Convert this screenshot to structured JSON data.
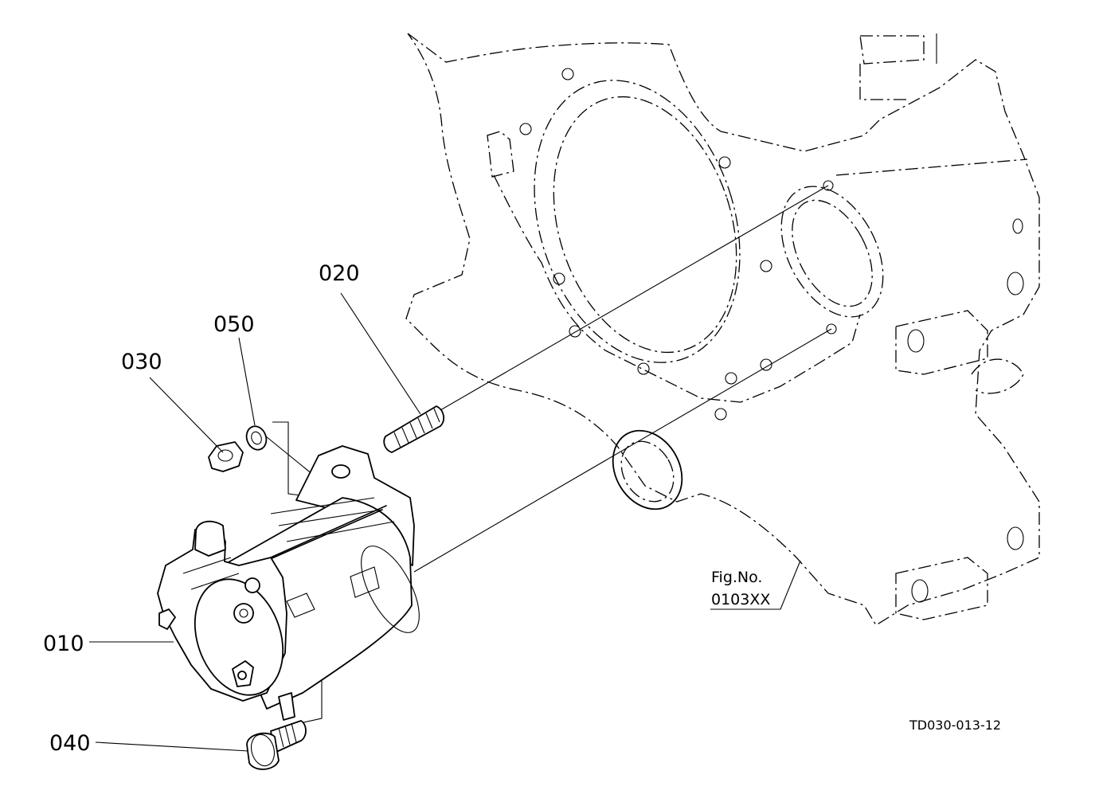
{
  "callouts": {
    "p010": "010",
    "p020": "020",
    "p030": "030",
    "p040": "040",
    "p050": "050"
  },
  "figure": {
    "fig_label": "Fig.No.",
    "fig_number": "0103XX"
  },
  "drawing_id": "TD030-013-12"
}
